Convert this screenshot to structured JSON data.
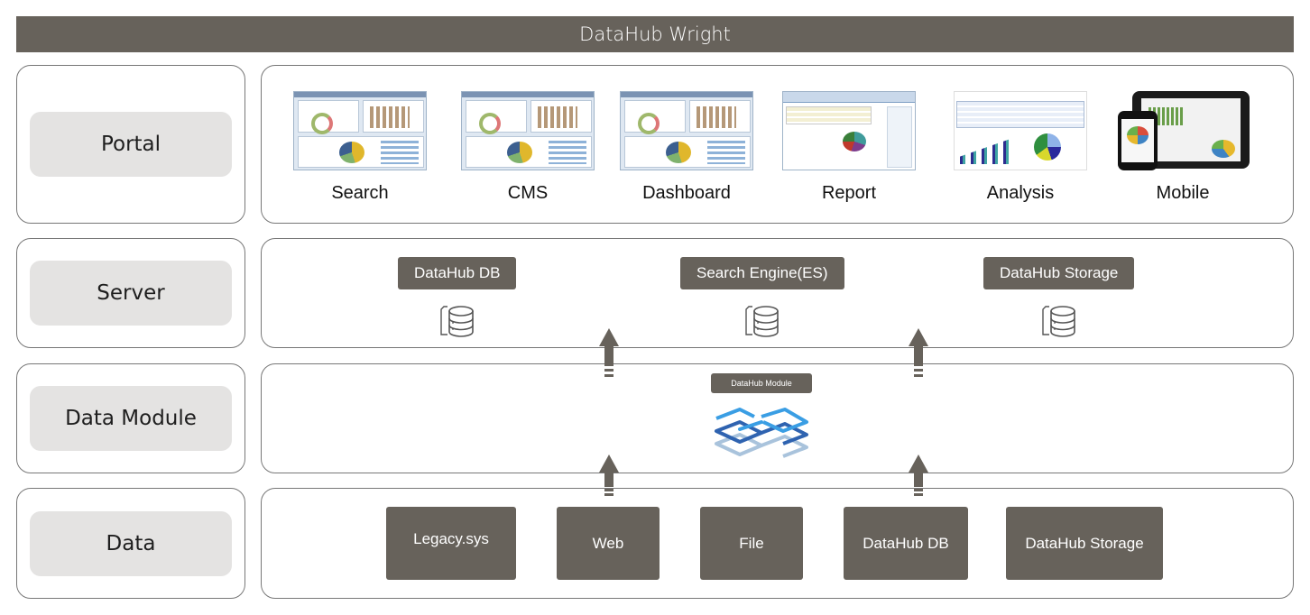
{
  "title": "DataHub Wright",
  "colors": {
    "dark_chip": "#67625b",
    "label_pill": "#e4e3e2",
    "border": "#777777",
    "layer_light_blue": "#3a9ee4",
    "layer_dark_blue": "#2f63b0",
    "layer_pale_blue": "#a9c3dc"
  },
  "rows": [
    {
      "id": "portal",
      "label": "Portal"
    },
    {
      "id": "server",
      "label": "Server"
    },
    {
      "id": "data_module",
      "label": "Data Module"
    },
    {
      "id": "data",
      "label": "Data"
    }
  ],
  "portal": {
    "apps": [
      {
        "label": "Search",
        "icon": "dashboard-screenshot-icon"
      },
      {
        "label": "CMS",
        "icon": "dashboard-screenshot-icon"
      },
      {
        "label": "Dashboard",
        "icon": "dashboard-screenshot-icon"
      },
      {
        "label": "Report",
        "icon": "report-screenshot-icon"
      },
      {
        "label": "Analysis",
        "icon": "analysis-screenshot-icon"
      },
      {
        "label": "Mobile",
        "icon": "mobile-devices-icon"
      }
    ]
  },
  "server": {
    "items": [
      {
        "label": "DataHub DB",
        "icon": "database-icon"
      },
      {
        "label": "Search Engine(ES)",
        "icon": "database-icon"
      },
      {
        "label": "DataHub Storage",
        "icon": "database-icon"
      }
    ]
  },
  "data_module": {
    "label": "DataHub Module",
    "icon": "layers-icon"
  },
  "data": {
    "sources": [
      {
        "label": "Legacy.sys"
      },
      {
        "label": "Web"
      },
      {
        "label": "File"
      },
      {
        "label": "DataHub DB"
      },
      {
        "label": "DataHub Storage"
      }
    ]
  },
  "flows": [
    {
      "from": "data",
      "to": "data_module",
      "direction": "up"
    },
    {
      "from": "data",
      "to": "data_module",
      "direction": "up"
    },
    {
      "from": "data_module",
      "to": "server",
      "direction": "up"
    },
    {
      "from": "data_module",
      "to": "server",
      "direction": "up"
    }
  ]
}
